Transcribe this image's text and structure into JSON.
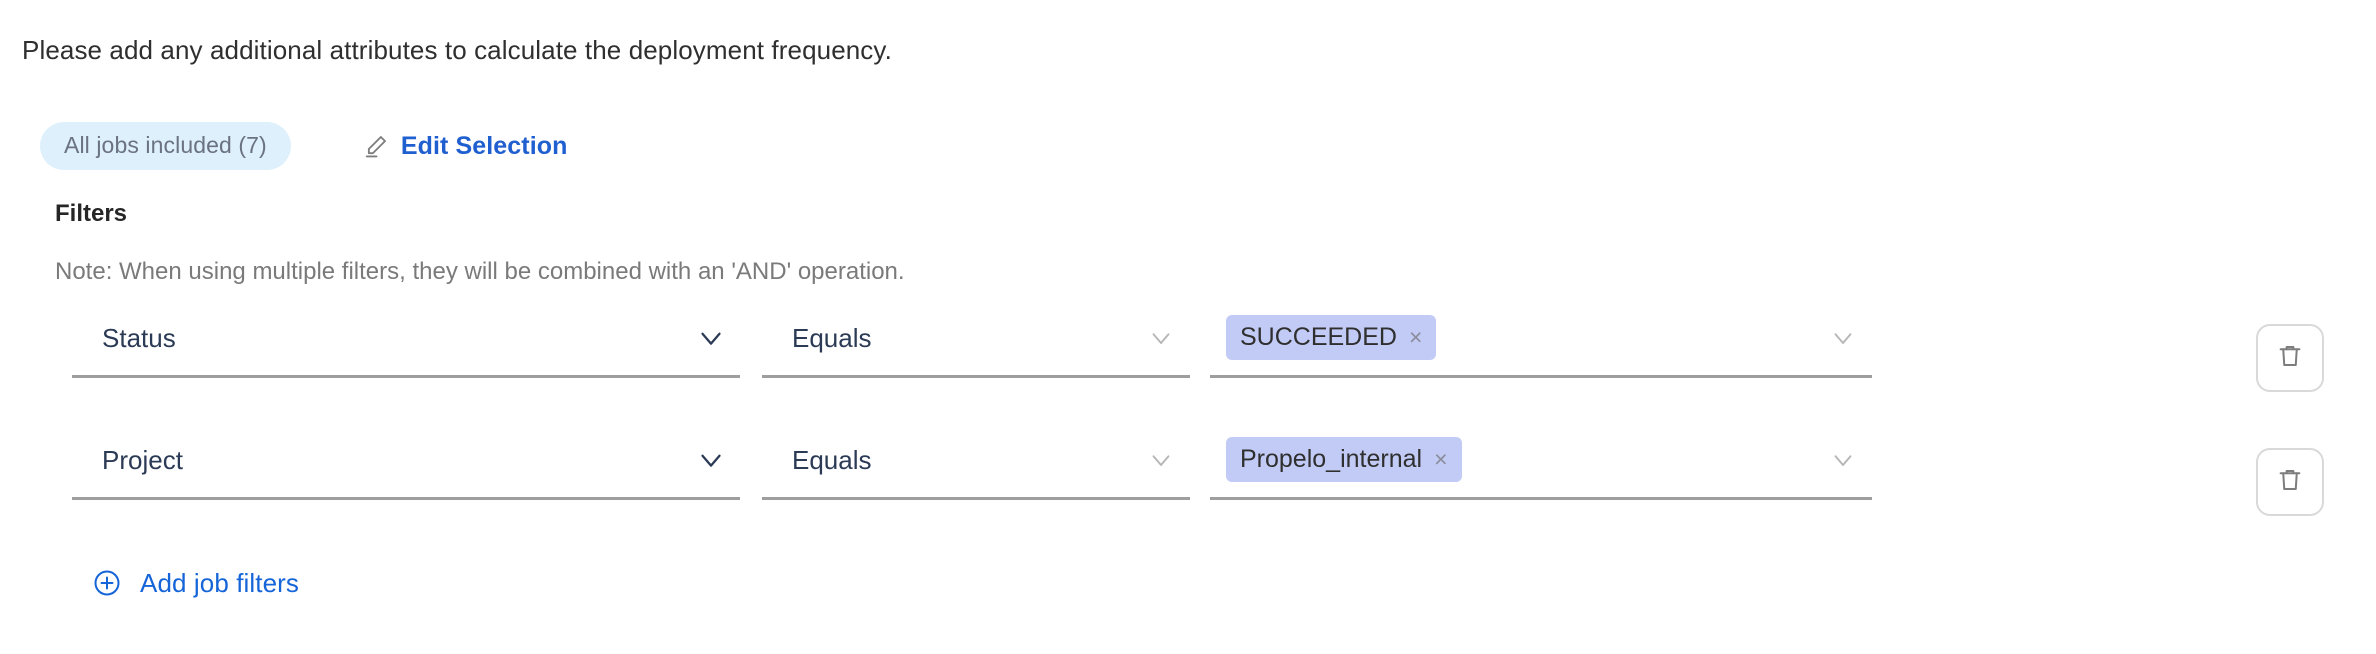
{
  "colors": {
    "link_blue": "#1565d8",
    "edit_blue": "#1f5fd0",
    "pill_bg": "#ddf0fb",
    "pill_text": "#6b7280",
    "chip_bg": "#c2cbf5",
    "chip_text": "#2f2f2f",
    "field_text": "#2b3a55",
    "underline": "#9e9e9e",
    "note_text": "#7a7a7a",
    "icon_gray": "#7d7d7d"
  },
  "intro": {
    "text": "Please add any additional attributes to calculate the deployment frequency."
  },
  "selection": {
    "pill_label": "All jobs included (7)",
    "edit_label": "Edit Selection",
    "edit_icon": "pencil-icon"
  },
  "filters": {
    "heading": "Filters",
    "note": "Note: When using multiple filters, they will be combined with an 'AND' operation.",
    "rows": [
      {
        "attribute": "Status",
        "operator": "Equals",
        "values": [
          {
            "label": "SUCCEEDED",
            "remove": "×"
          }
        ],
        "delete_icon": "trash-icon"
      },
      {
        "attribute": "Project",
        "operator": "Equals",
        "values": [
          {
            "label": "Propelo_internal",
            "remove": "×"
          }
        ],
        "delete_icon": "trash-icon"
      }
    ],
    "add_link": {
      "label": "Add job filters",
      "icon": "plus-circle-icon"
    }
  }
}
